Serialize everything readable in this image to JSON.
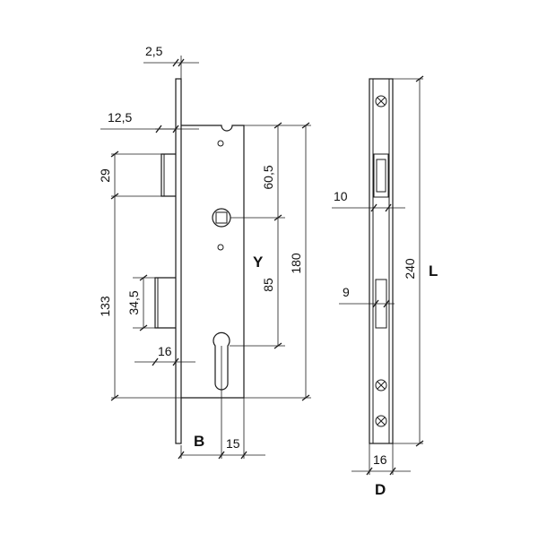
{
  "drawing": {
    "front_view": {
      "dim_faceplate_thickness": "2,5",
      "dim_faceplate_offset": "12,5",
      "dim_latch_height": "29",
      "dim_latch_to_cylinder": "133",
      "dim_bolt_height": "34,5",
      "dim_bolt_throw": "16",
      "dim_spindle_from_top": "60,5",
      "dim_case_height": "180",
      "dim_center_distance": "85",
      "dim_cylinder_offset": "15",
      "label_y": "Y",
      "label_b": "B"
    },
    "side_view": {
      "dim_latch_depth": "10",
      "dim_bolt_depth": "9",
      "dim_faceplate_length": "240",
      "dim_faceplate_width": "16",
      "label_l": "L",
      "label_d": "D"
    }
  },
  "colors": {
    "line": "#1a1a1a",
    "background": "#ffffff"
  }
}
